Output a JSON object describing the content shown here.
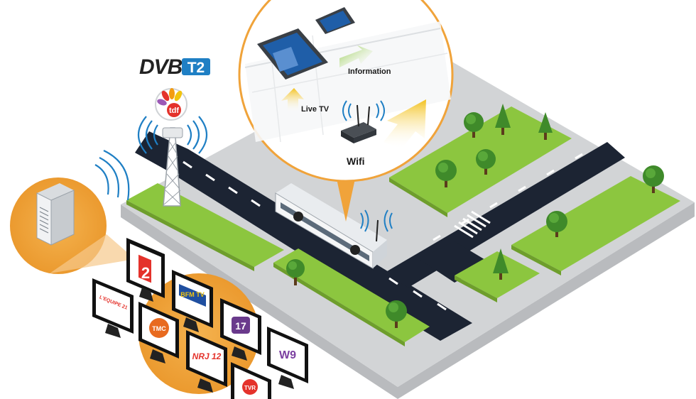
{
  "brand": {
    "dvb": "DVB",
    "t2": "T2",
    "tdf": "tdf"
  },
  "labels": {
    "information": "Information",
    "live_tv": "Live TV",
    "wifi": "Wifi"
  },
  "channels": {
    "ch_2": "2",
    "bfm": "BFM TV",
    "equipe": "L'EQUIPE 21",
    "tmc": "TMC",
    "c17": "17",
    "nrj": "NRJ 12",
    "w9": "W9",
    "tvr": "TVR"
  },
  "colors": {
    "orange": "#f0a33a",
    "grass": "#8cc63f",
    "road": "#1c2433",
    "pavement": "#d2d4d6",
    "dvb_blue": "#1f7fc4",
    "arrow": "#f3c21f"
  }
}
